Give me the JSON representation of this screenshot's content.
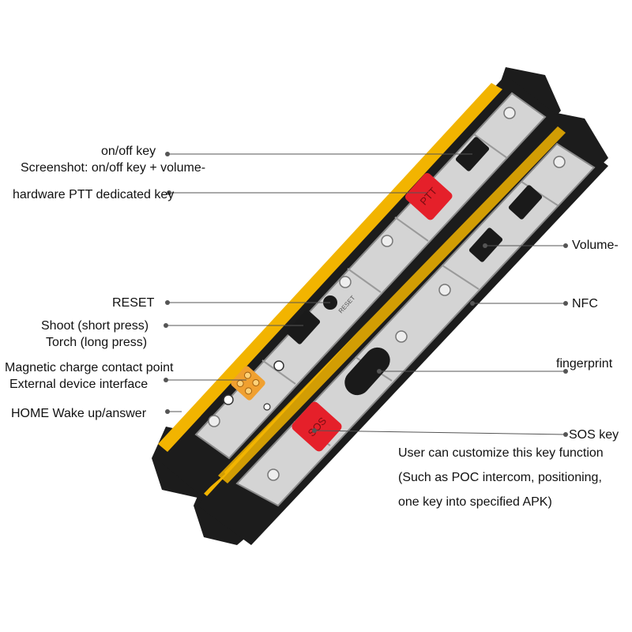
{
  "labels": {
    "onoff_key": "on/off key",
    "screenshot": "Screenshot: on/off key + volume-",
    "ptt": "hardware PTT dedicated key",
    "reset": "RESET",
    "shoot": "Shoot (short press)",
    "torch": "Torch (long press)",
    "magnetic": "Magnetic charge contact point",
    "external": "External device interface",
    "home": "HOME Wake up/answer",
    "volume_minus": "Volume-",
    "nfc": "NFC",
    "fingerprint": "fingerprint",
    "sos": "SOS key",
    "sos_desc_1": "User can customize this key function",
    "sos_desc_2": "(Such as POC intercom, positioning,",
    "sos_desc_3": "one key into specified APK)"
  },
  "buttons": {
    "ptt_text": "PTT",
    "sos_text": "SOS",
    "reset_text": "RESET"
  },
  "colors": {
    "body_black": "#1c1c1c",
    "accent_yellow": "#f2b400",
    "panel_silver": "#d4d4d4",
    "button_red": "#e5202a",
    "contact_orange": "#f0a030",
    "leader_line": "#555555"
  }
}
